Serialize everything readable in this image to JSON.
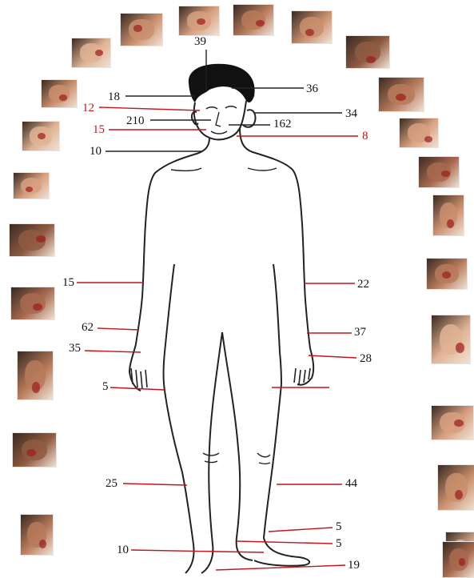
{
  "colors": {
    "line_black": "#222222",
    "line_red": "#c4161c",
    "label_black": "#111111",
    "label_red": "#c4161c",
    "photo_tones": [
      "#c98f6d",
      "#b77a5a",
      "#d7a07f",
      "#8f5a41",
      "#e0b394",
      "#a86a4f"
    ]
  },
  "labels": [
    {
      "id": "head-top",
      "text": "39",
      "color": "black"
    },
    {
      "id": "head-left-upper",
      "text": "18",
      "color": "black"
    },
    {
      "id": "forehead-right",
      "text": "36",
      "color": "black"
    },
    {
      "id": "ear-right",
      "text": "34",
      "color": "black"
    },
    {
      "id": "cheek-left",
      "text": "12",
      "color": "red"
    },
    {
      "id": "nose",
      "text": "210",
      "color": "black"
    },
    {
      "id": "cheek-right",
      "text": "162",
      "color": "black"
    },
    {
      "id": "chin-left",
      "text": "15",
      "color": "red"
    },
    {
      "id": "jaw-right",
      "text": "8",
      "color": "red"
    },
    {
      "id": "neck",
      "text": "10",
      "color": "black"
    },
    {
      "id": "upper-arm-right",
      "text": "15",
      "color": "black"
    },
    {
      "id": "upper-arm-left",
      "text": "22",
      "color": "black"
    },
    {
      "id": "forearm-right",
      "text": "62",
      "color": "black"
    },
    {
      "id": "forearm-left",
      "text": "37",
      "color": "black"
    },
    {
      "id": "hand-right",
      "text": "35",
      "color": "black"
    },
    {
      "id": "hand-left",
      "text": "28",
      "color": "black"
    },
    {
      "id": "fingers-right",
      "text": "5",
      "color": "black"
    },
    {
      "id": "thigh",
      "text": "",
      "color": "black"
    },
    {
      "id": "lower-leg-right",
      "text": "25",
      "color": "black"
    },
    {
      "id": "lower-leg-left",
      "text": "44",
      "color": "black"
    },
    {
      "id": "ankle-left",
      "text": "5",
      "color": "black"
    },
    {
      "id": "foot-left",
      "text": "5",
      "color": "black"
    },
    {
      "id": "foot-right",
      "text": "10",
      "color": "black"
    },
    {
      "id": "sole",
      "text": "19",
      "color": "black"
    }
  ],
  "photos": [
    {
      "id": "photo-face-1",
      "tone": 0
    },
    {
      "id": "photo-face-2",
      "tone": 2
    },
    {
      "id": "photo-face-3",
      "tone": 1
    },
    {
      "id": "photo-face-4",
      "tone": 0
    },
    {
      "id": "photo-face-5",
      "tone": 3
    },
    {
      "id": "photo-face-6",
      "tone": 4
    },
    {
      "id": "photo-face-7",
      "tone": 1
    },
    {
      "id": "photo-face-8",
      "tone": 0
    },
    {
      "id": "photo-face-9",
      "tone": 2
    },
    {
      "id": "photo-face-10",
      "tone": 4
    },
    {
      "id": "photo-face-11",
      "tone": 5
    },
    {
      "id": "photo-cheek",
      "tone": 2
    },
    {
      "id": "photo-face-12",
      "tone": 0
    },
    {
      "id": "photo-arm-1",
      "tone": 3
    },
    {
      "id": "photo-arm-2",
      "tone": 1
    },
    {
      "id": "photo-arm-3",
      "tone": 5
    },
    {
      "id": "photo-forearm",
      "tone": 4
    },
    {
      "id": "photo-hand-1",
      "tone": 1
    },
    {
      "id": "photo-wrist",
      "tone": 2
    },
    {
      "id": "photo-hand-2",
      "tone": 3
    },
    {
      "id": "photo-leg-1",
      "tone": 0
    },
    {
      "id": "photo-leg-2",
      "tone": 1
    },
    {
      "id": "photo-foot-1",
      "tone": 4
    },
    {
      "id": "photo-foot-2",
      "tone": 5
    }
  ]
}
